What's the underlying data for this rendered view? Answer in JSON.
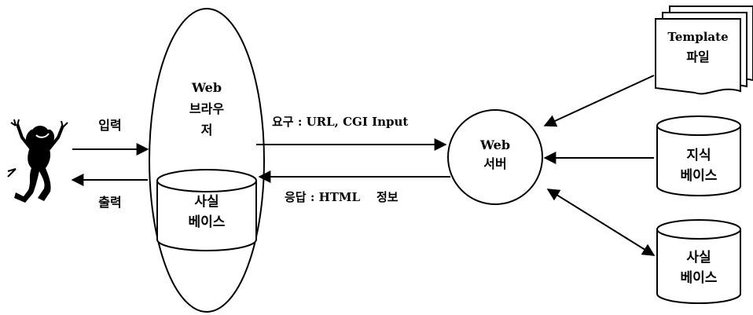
{
  "user": {
    "input_label": "입력",
    "output_label": "출력"
  },
  "browser": {
    "title": "Web",
    "line1": "브라우",
    "line2": "저"
  },
  "browser_db": {
    "line1": "사실",
    "line2": "베이스"
  },
  "request_label": "요구 : URL, CGI Input",
  "response_label": "응답 : HTML    정보",
  "server": {
    "title": "Web",
    "subtitle": "서버"
  },
  "template": {
    "title": "Template",
    "subtitle": "파일"
  },
  "knowledge_db": {
    "line1": "지식",
    "line2": "베이스"
  },
  "fact_db": {
    "line1": "사실",
    "line2": "베이스"
  }
}
